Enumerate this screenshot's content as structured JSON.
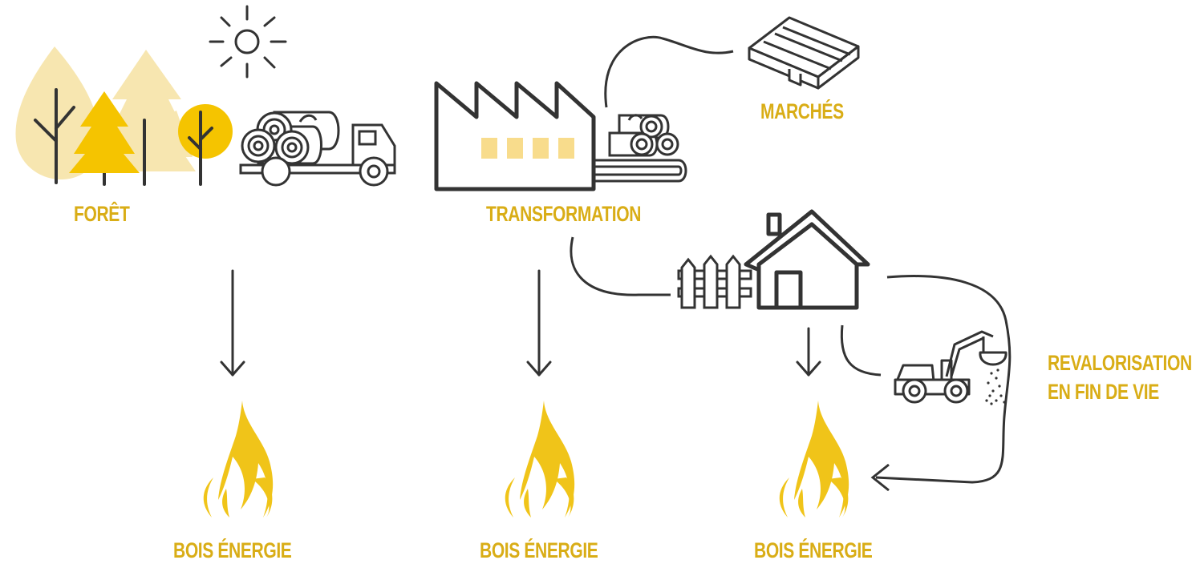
{
  "stages": {
    "foret": "FORÊT",
    "transformation": "TRANSFORMATION",
    "marches": "MARCHÉS",
    "revalorisation_line1": "REVALORISATION",
    "revalorisation_line2": "EN FIN DE VIE"
  },
  "energy": [
    {
      "label": "BOIS ÉNERGIE"
    },
    {
      "label": "BOIS ÉNERGIE"
    },
    {
      "label": "BOIS ÉNERGIE"
    }
  ],
  "colors": {
    "accent": "#d9ad16",
    "flame": "#f0c419",
    "tree_light": "#f7e6b0",
    "tree_mid": "#f5c400",
    "window": "#f8dc8c",
    "stroke": "#333333"
  },
  "icons": [
    "sun-icon",
    "forest-icon",
    "log-truck-icon",
    "factory-icon",
    "pallet-icon",
    "house-icon",
    "fence-icon",
    "loader-machine-icon",
    "flame-icon"
  ]
}
